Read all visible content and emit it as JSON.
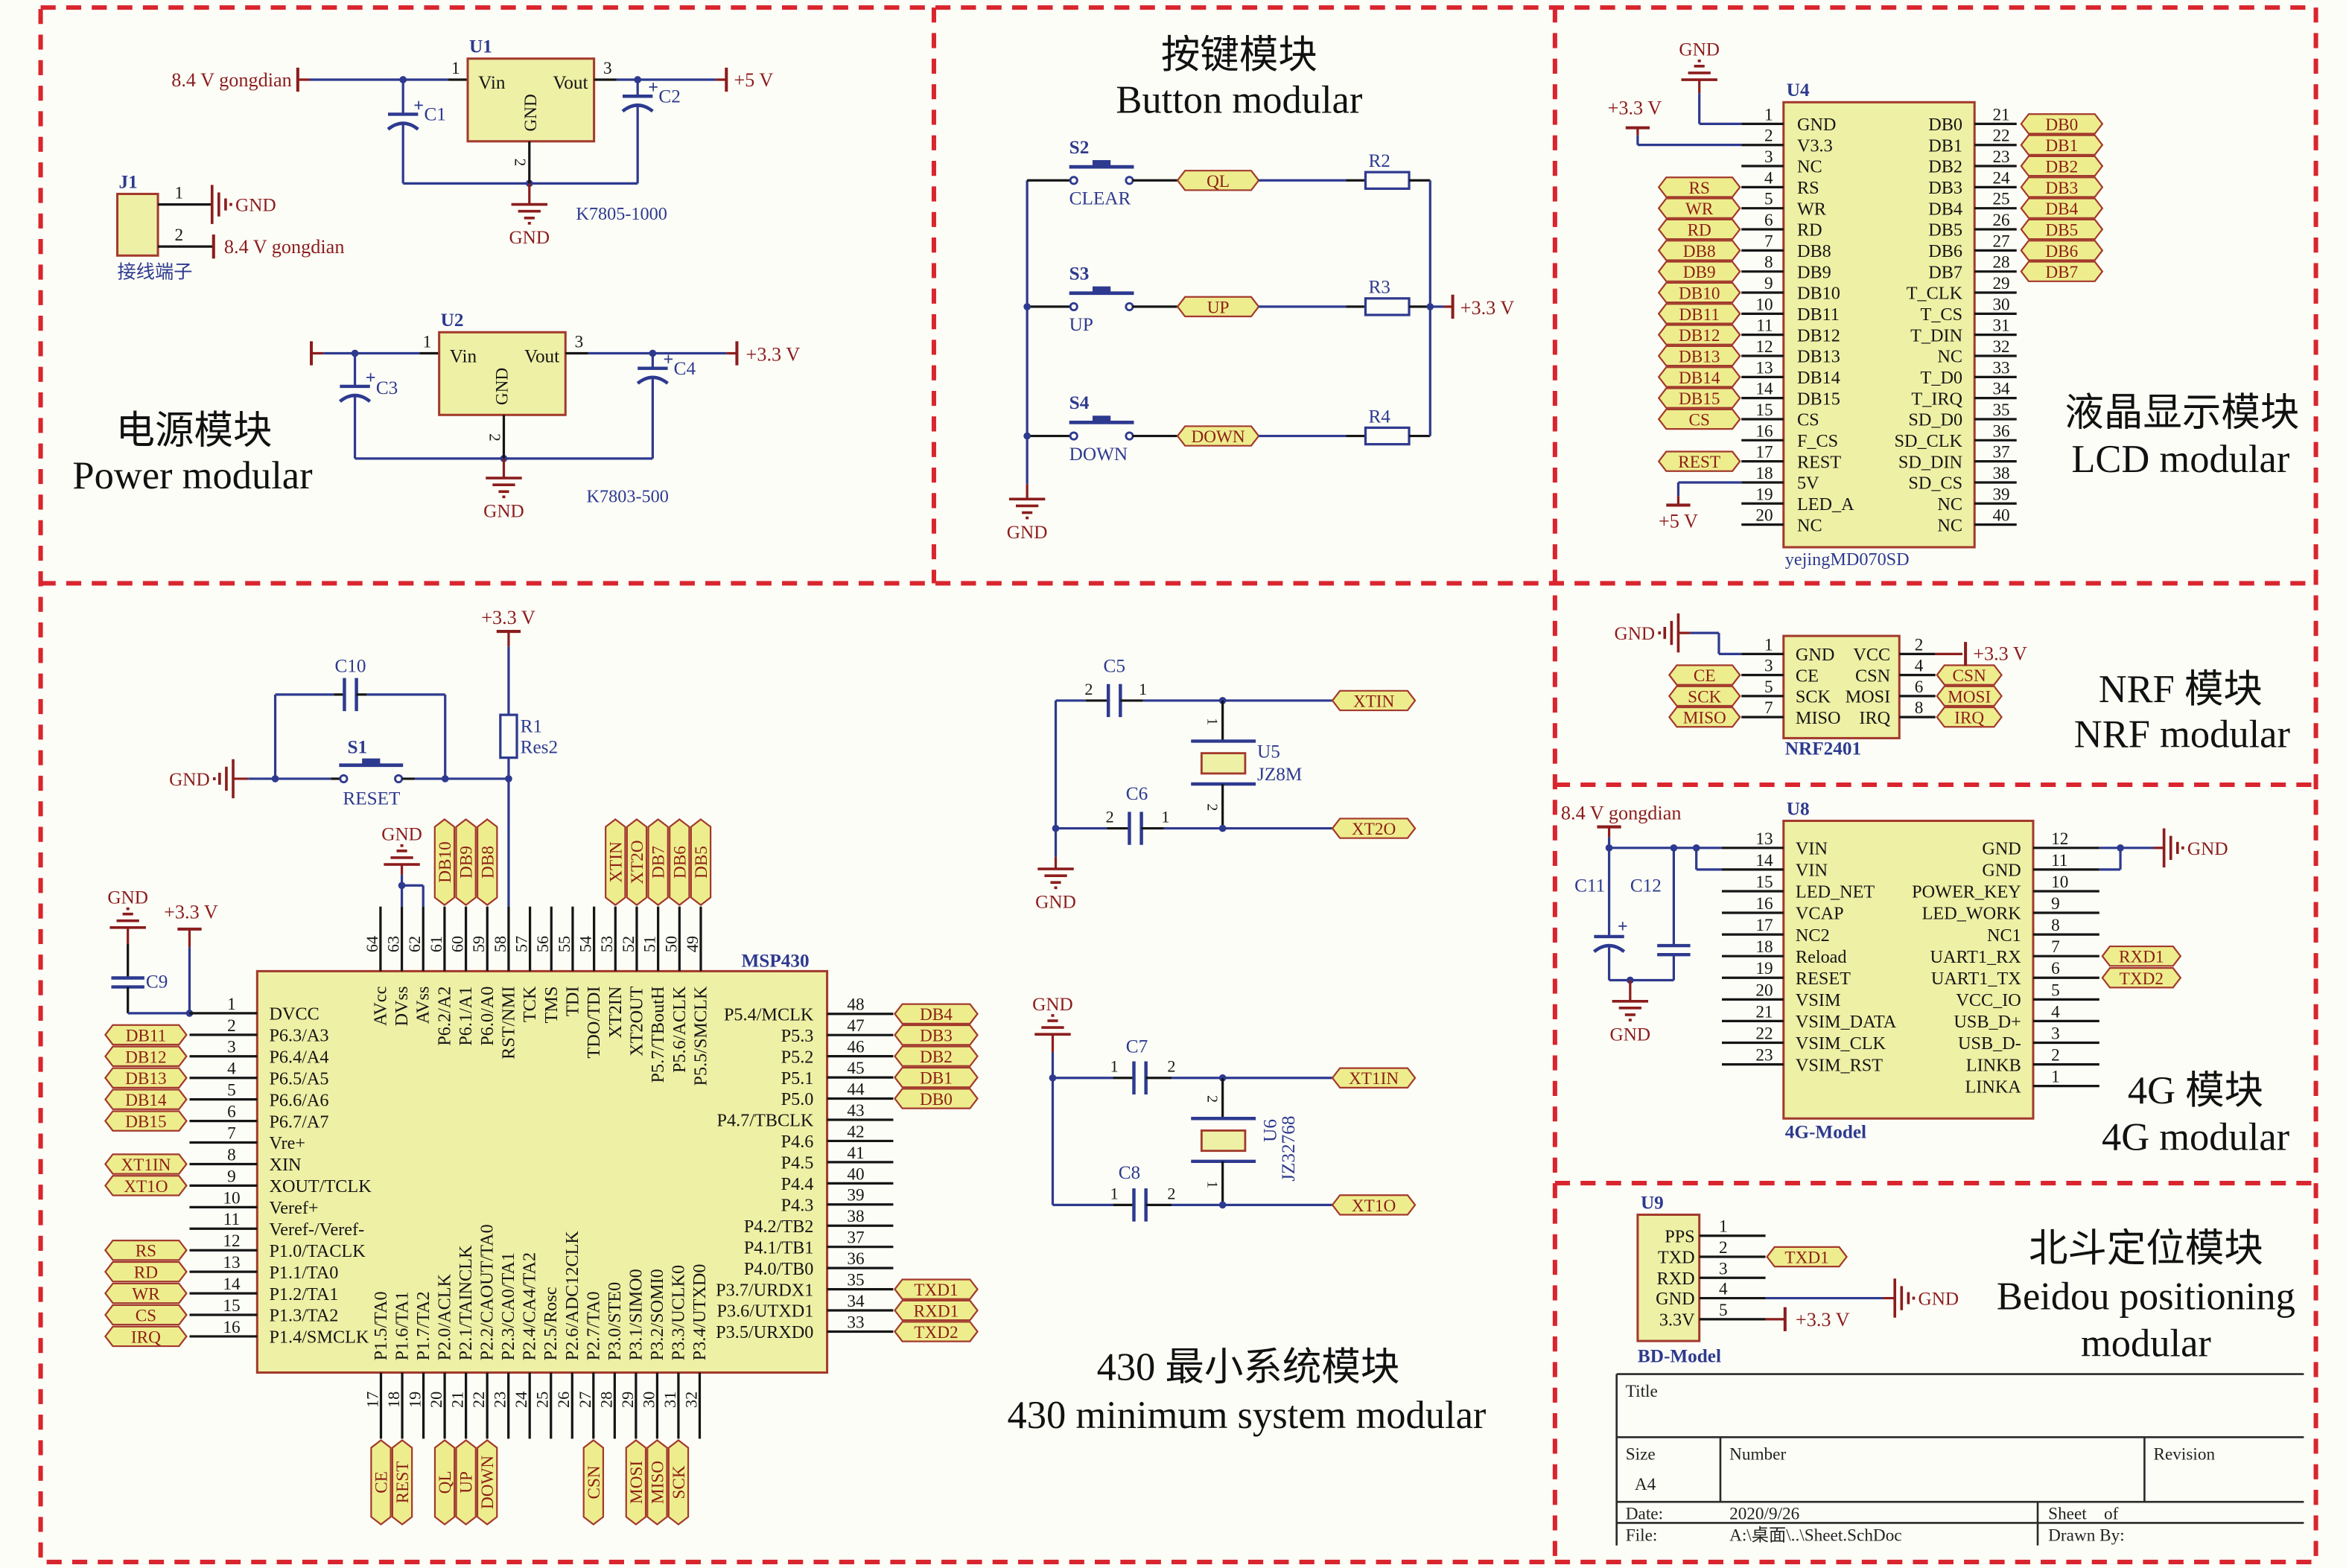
{
  "colors": {
    "background": "#fdfdf7",
    "divider": "#d9252e",
    "wire": "#2d3a8f",
    "pin_line": "#151515",
    "pin_text": "#151515",
    "component_fill": "#eef0a6",
    "component_outline": "#a23a2c",
    "net_label_fill": "#eeed8e",
    "net_label_text": "#8c1e14",
    "power_port": "#8b1d1d",
    "designator": "#2d3a8f",
    "module_title": "#111111",
    "title_block_line": "#2a2a2a"
  },
  "power_module": {
    "title_cn": "电源模块",
    "title_en": "Power modular",
    "gnd": "GND",
    "cap_polarity": "+",
    "u1": {
      "ref": "U1",
      "part": "K7805-1000",
      "pin_in": "Vin",
      "pin_out": "Vout",
      "pin_gnd": "GND",
      "pin_num_in": "1",
      "pin_num_gnd": "2",
      "pin_num_out": "3",
      "input_net": "8.4 V gongdian",
      "output_net": "+5 V",
      "cap_in": "C1",
      "cap_out": "C2"
    },
    "u2": {
      "ref": "U2",
      "part": "K7803-500",
      "pin_in": "Vin",
      "pin_out": "Vout",
      "pin_gnd": "GND",
      "pin_num_in": "1",
      "pin_num_gnd": "2",
      "pin_num_out": "3",
      "output_net": "+3.3 V",
      "cap_in": "C3",
      "cap_out": "C4"
    },
    "j1": {
      "ref": "J1",
      "name": "接线端子",
      "pin_1": "1",
      "pin_2": "2",
      "net_1": "GND",
      "net_2": "8.4 V gongdian"
    }
  },
  "button_module": {
    "title_cn": "按键模块",
    "title_en": "Button modular",
    "supply_net": "+3.3 V",
    "gnd": "GND",
    "rows": [
      {
        "switch": "S2",
        "switch_name": "CLEAR",
        "net": "QL",
        "resistor": "R2"
      },
      {
        "switch": "S3",
        "switch_name": "UP",
        "net": "UP",
        "resistor": "R3"
      },
      {
        "switch": "S4",
        "switch_name": "DOWN",
        "net": "DOWN",
        "resistor": "R4"
      }
    ]
  },
  "lcd_module": {
    "title_cn": "液晶显示模块",
    "title_en": "LCD modular",
    "ref": "U4",
    "part": "yejingMD070SD",
    "gnd": "GND",
    "supply_3v3": "+3.3 V",
    "supply_5v": "+5 V",
    "left_pins": [
      {
        "num": "1",
        "name": "GND",
        "net": ""
      },
      {
        "num": "2",
        "name": "V3.3",
        "net": ""
      },
      {
        "num": "3",
        "name": "NC",
        "net": ""
      },
      {
        "num": "4",
        "name": "RS",
        "net": "RS"
      },
      {
        "num": "5",
        "name": "WR",
        "net": "WR"
      },
      {
        "num": "6",
        "name": "RD",
        "net": "RD"
      },
      {
        "num": "7",
        "name": "DB8",
        "net": "DB8"
      },
      {
        "num": "8",
        "name": "DB9",
        "net": "DB9"
      },
      {
        "num": "9",
        "name": "DB10",
        "net": "DB10"
      },
      {
        "num": "10",
        "name": "DB11",
        "net": "DB11"
      },
      {
        "num": "11",
        "name": "DB12",
        "net": "DB12"
      },
      {
        "num": "12",
        "name": "DB13",
        "net": "DB13"
      },
      {
        "num": "13",
        "name": "DB14",
        "net": "DB14"
      },
      {
        "num": "14",
        "name": "DB15",
        "net": "DB15"
      },
      {
        "num": "15",
        "name": "CS",
        "net": "CS"
      },
      {
        "num": "16",
        "name": "F_CS",
        "net": ""
      },
      {
        "num": "17",
        "name": "REST",
        "net": "REST"
      },
      {
        "num": "18",
        "name": "5V",
        "net": ""
      },
      {
        "num": "19",
        "name": "LED_A",
        "net": ""
      },
      {
        "num": "20",
        "name": "NC",
        "net": ""
      }
    ],
    "right_pins": [
      {
        "num": "21",
        "name": "DB0",
        "net": "DB0"
      },
      {
        "num": "22",
        "name": "DB1",
        "net": "DB1"
      },
      {
        "num": "23",
        "name": "DB2",
        "net": "DB2"
      },
      {
        "num": "24",
        "name": "DB3",
        "net": "DB3"
      },
      {
        "num": "25",
        "name": "DB4",
        "net": "DB4"
      },
      {
        "num": "26",
        "name": "DB5",
        "net": "DB5"
      },
      {
        "num": "27",
        "name": "DB6",
        "net": "DB6"
      },
      {
        "num": "28",
        "name": "DB7",
        "net": "DB7"
      },
      {
        "num": "29",
        "name": "T_CLK",
        "net": ""
      },
      {
        "num": "30",
        "name": "T_CS",
        "net": ""
      },
      {
        "num": "31",
        "name": "T_DIN",
        "net": ""
      },
      {
        "num": "32",
        "name": "NC",
        "net": ""
      },
      {
        "num": "33",
        "name": "T_D0",
        "net": ""
      },
      {
        "num": "34",
        "name": "T_IRQ",
        "net": ""
      },
      {
        "num": "35",
        "name": "SD_D0",
        "net": ""
      },
      {
        "num": "36",
        "name": "SD_CLK",
        "net": ""
      },
      {
        "num": "37",
        "name": "SD_DIN",
        "net": ""
      },
      {
        "num": "38",
        "name": "SD_CS",
        "net": ""
      },
      {
        "num": "39",
        "name": "NC",
        "net": ""
      },
      {
        "num": "40",
        "name": "NC",
        "net": ""
      }
    ]
  },
  "nrf_module": {
    "title_cn": "NRF 模块",
    "title_en": "NRF modular",
    "part": "NRF2401",
    "gnd": "GND",
    "supply": "+3.3 V",
    "left_pins": [
      {
        "num": "1",
        "name": "GND",
        "net": ""
      },
      {
        "num": "3",
        "name": "CE",
        "net": "CE"
      },
      {
        "num": "5",
        "name": "SCK",
        "net": "SCK"
      },
      {
        "num": "7",
        "name": "MISO",
        "net": "MISO"
      }
    ],
    "right_pins": [
      {
        "num": "2",
        "name": "VCC",
        "net": ""
      },
      {
        "num": "4",
        "name": "CSN",
        "net": "CSN"
      },
      {
        "num": "6",
        "name": "MOSI",
        "net": "MOSI"
      },
      {
        "num": "8",
        "name": "IRQ",
        "net": "IRQ"
      }
    ]
  },
  "lte_module": {
    "title_cn": "4G 模块",
    "title_en": "4G modular",
    "ref": "U8",
    "part": "4G-Model",
    "supply": "8.4 V gongdian",
    "gnd": "GND",
    "cap_polarity": "+",
    "cap_bulk": "C11",
    "cap_bypass": "C12",
    "left_pins": [
      {
        "num": "13",
        "name": "VIN",
        "net": ""
      },
      {
        "num": "14",
        "name": "VIN",
        "net": ""
      },
      {
        "num": "15",
        "name": "LED_NET",
        "net": ""
      },
      {
        "num": "16",
        "name": "VCAP",
        "net": ""
      },
      {
        "num": "17",
        "name": "NC2",
        "net": ""
      },
      {
        "num": "18",
        "name": "Reload",
        "net": ""
      },
      {
        "num": "19",
        "name": "RESET",
        "net": ""
      },
      {
        "num": "20",
        "name": "VSIM",
        "net": ""
      },
      {
        "num": "21",
        "name": "VSIM_DATA",
        "net": ""
      },
      {
        "num": "22",
        "name": "VSIM_CLK",
        "net": ""
      },
      {
        "num": "23",
        "name": "VSIM_RST",
        "net": ""
      }
    ],
    "right_pins": [
      {
        "num": "12",
        "name": "GND",
        "net": ""
      },
      {
        "num": "11",
        "name": "GND",
        "net": ""
      },
      {
        "num": "10",
        "name": "POWER_KEY",
        "net": ""
      },
      {
        "num": "9",
        "name": "LED_WORK",
        "net": ""
      },
      {
        "num": "8",
        "name": "NC1",
        "net": ""
      },
      {
        "num": "7",
        "name": "UART1_RX",
        "net": "RXD1"
      },
      {
        "num": "6",
        "name": "UART1_TX",
        "net": "TXD2"
      },
      {
        "num": "5",
        "name": "VCC_IO",
        "net": ""
      },
      {
        "num": "4",
        "name": "USB_D+",
        "net": ""
      },
      {
        "num": "3",
        "name": "USB_D-",
        "net": ""
      },
      {
        "num": "2",
        "name": "LINKB",
        "net": ""
      },
      {
        "num": "1",
        "name": "LINKA",
        "net": ""
      }
    ]
  },
  "beidou_module": {
    "title_cn": "北斗定位模块",
    "title_en_line1": "Beidou positioning",
    "title_en_line2": "modular",
    "ref": "U9",
    "part": "BD-Model",
    "gnd": "GND",
    "supply": "+3.3 V",
    "pins": [
      {
        "num": "1",
        "name": "PPS",
        "net": ""
      },
      {
        "num": "2",
        "name": "TXD",
        "net": "TXD1"
      },
      {
        "num": "3",
        "name": "RXD",
        "net": ""
      },
      {
        "num": "4",
        "name": "GND",
        "net": ""
      },
      {
        "num": "5",
        "name": "3.3V",
        "net": ""
      }
    ]
  },
  "mcu_module": {
    "title_cn": "430 最小系统模块",
    "title_en": "430 minimum system modular",
    "ref": "MSP430",
    "pin_gnd": "GND",
    "left_pins": [
      {
        "num": "1",
        "name": "DVCC",
        "net": ""
      },
      {
        "num": "2",
        "name": "P6.3/A3",
        "net": "DB11"
      },
      {
        "num": "3",
        "name": "P6.4/A4",
        "net": "DB12"
      },
      {
        "num": "4",
        "name": "P6.5/A5",
        "net": "DB13"
      },
      {
        "num": "5",
        "name": "P6.6/A6",
        "net": "DB14"
      },
      {
        "num": "6",
        "name": "P6.7/A7",
        "net": "DB15"
      },
      {
        "num": "7",
        "name": "Vre+",
        "net": ""
      },
      {
        "num": "8",
        "name": "XIN",
        "net": "XT1IN"
      },
      {
        "num": "9",
        "name": "XOUT/TCLK",
        "net": "XT1O"
      },
      {
        "num": "10",
        "name": "Veref+",
        "net": ""
      },
      {
        "num": "11",
        "name": "Veref-/Veref-",
        "net": ""
      },
      {
        "num": "12",
        "name": "P1.0/TACLK",
        "net": "RS"
      },
      {
        "num": "13",
        "name": "P1.1/TA0",
        "net": "RD"
      },
      {
        "num": "14",
        "name": "P1.2/TA1",
        "net": "WR"
      },
      {
        "num": "15",
        "name": "P1.3/TA2",
        "net": "CS"
      },
      {
        "num": "16",
        "name": "P1.4/SMCLK",
        "net": "IRQ"
      }
    ],
    "right_pins": [
      {
        "num": "48",
        "name": "P5.4/MCLK",
        "net": "DB4"
      },
      {
        "num": "47",
        "name": "P5.3",
        "net": "DB3"
      },
      {
        "num": "46",
        "name": "P5.2",
        "net": "DB2"
      },
      {
        "num": "45",
        "name": "P5.1",
        "net": "DB1"
      },
      {
        "num": "44",
        "name": "P5.0",
        "net": "DB0"
      },
      {
        "num": "43",
        "name": "P4.7/TBCLK",
        "net": ""
      },
      {
        "num": "42",
        "name": "P4.6",
        "net": ""
      },
      {
        "num": "41",
        "name": "P4.5",
        "net": ""
      },
      {
        "num": "40",
        "name": "P4.4",
        "net": ""
      },
      {
        "num": "39",
        "name": "P4.3",
        "net": ""
      },
      {
        "num": "38",
        "name": "P4.2/TB2",
        "net": ""
      },
      {
        "num": "37",
        "name": "P4.1/TB1",
        "net": ""
      },
      {
        "num": "36",
        "name": "P4.0/TB0",
        "net": ""
      },
      {
        "num": "35",
        "name": "P3.7/URDX1",
        "net": "TXD1"
      },
      {
        "num": "34",
        "name": "P3.6/UTXD1",
        "net": "RXD1"
      },
      {
        "num": "33",
        "name": "P3.5/URXD0",
        "net": "TXD2"
      }
    ],
    "top_pins": [
      {
        "num": "64",
        "name": "AVcc",
        "net": ""
      },
      {
        "num": "63",
        "name": "DVss",
        "net": ""
      },
      {
        "num": "62",
        "name": "AVss",
        "net": ""
      },
      {
        "num": "61",
        "name": "P6.2/A2",
        "net": "DB10"
      },
      {
        "num": "60",
        "name": "P6.1/A1",
        "net": "DB9"
      },
      {
        "num": "59",
        "name": "P6.0/A0",
        "net": "DB8"
      },
      {
        "num": "58",
        "name": "RST/NMI",
        "net": ""
      },
      {
        "num": "57",
        "name": "TCK",
        "net": ""
      },
      {
        "num": "56",
        "name": "TMS",
        "net": ""
      },
      {
        "num": "55",
        "name": "TDI",
        "net": ""
      },
      {
        "num": "54",
        "name": "TDO/TDI",
        "net": ""
      },
      {
        "num": "53",
        "name": "XT2IN",
        "net": "XTIN"
      },
      {
        "num": "52",
        "name": "XT2OUT",
        "net": "XT2O"
      },
      {
        "num": "51",
        "name": "P5.7/TBoutH",
        "net": "DB7"
      },
      {
        "num": "50",
        "name": "P5.6/ACLK",
        "net": "DB6"
      },
      {
        "num": "49",
        "name": "P5.5/SMCLK",
        "net": "DB5"
      }
    ],
    "bottom_pins": [
      {
        "num": "17",
        "name": "P1.5/TA0",
        "net": "CE"
      },
      {
        "num": "18",
        "name": "P1.6/TA1",
        "net": "REST"
      },
      {
        "num": "19",
        "name": "P1.7/TA2",
        "net": ""
      },
      {
        "num": "20",
        "name": "P2.0/ACLK",
        "net": "QL"
      },
      {
        "num": "21",
        "name": "P2.1/TAINCLK",
        "net": "UP"
      },
      {
        "num": "22",
        "name": "P2.2/CAOUT/TA0",
        "net": "DOWN"
      },
      {
        "num": "23",
        "name": "P2.3/CA0/TA1",
        "net": ""
      },
      {
        "num": "24",
        "name": "P2.4/CA4/TA2",
        "net": ""
      },
      {
        "num": "25",
        "name": "P2.5/Rosc",
        "net": ""
      },
      {
        "num": "26",
        "name": "P2.6/ADC12CLK",
        "net": ""
      },
      {
        "num": "27",
        "name": "P2.7/TA0",
        "net": "CSN"
      },
      {
        "num": "28",
        "name": "P3.0/STE0",
        "net": ""
      },
      {
        "num": "29",
        "name": "P3.1/SIMO0",
        "net": "MOSI"
      },
      {
        "num": "30",
        "name": "P3.2/SOMI0",
        "net": "MISO"
      },
      {
        "num": "31",
        "name": "P3.3/UCLK0",
        "net": "SCK"
      },
      {
        "num": "32",
        "name": "P3.4/UTXD0",
        "net": ""
      }
    ],
    "reset_circuit": {
      "switch": "S1",
      "switch_name": "RESET",
      "cap": "C10",
      "resistor": "R1",
      "resistor_value": "Res2",
      "supply": "+3.3 V",
      "gnd": "GND"
    },
    "decoupling": {
      "cap": "C9",
      "gnd": "GND",
      "supply": "+3.3 V"
    },
    "crystal_hf": {
      "ref": "U5",
      "part": "JZ8M",
      "cap_top": "C5",
      "cap_bottom": "C6",
      "cap_pin_left": "2",
      "cap_pin_right": "1",
      "xtal_pin_top": "1",
      "xtal_pin_bottom": "2",
      "net_top": "XTIN",
      "net_bottom": "XT2O",
      "gnd": "GND"
    },
    "crystal_lf": {
      "ref": "U6",
      "part": "JZ32768",
      "cap_top": "C7",
      "cap_bottom": "C8",
      "cap_pin_left": "1",
      "cap_pin_right": "2",
      "xtal_pin_top": "2",
      "xtal_pin_bottom": "1",
      "net_top": "XT1IN",
      "net_bottom": "XT1O",
      "gnd": "GND"
    }
  },
  "title_block": {
    "title_label": "Title",
    "size_label": "Size",
    "size_value": "A4",
    "number_label": "Number",
    "revision_label": "Revision",
    "date_label": "Date:",
    "date_value": "2020/9/26",
    "sheet_label": "Sheet    of",
    "file_label": "File:",
    "file_value": "A:\\桌面\\..\\Sheet.SchDoc",
    "drawn_by_label": "Drawn By:"
  }
}
